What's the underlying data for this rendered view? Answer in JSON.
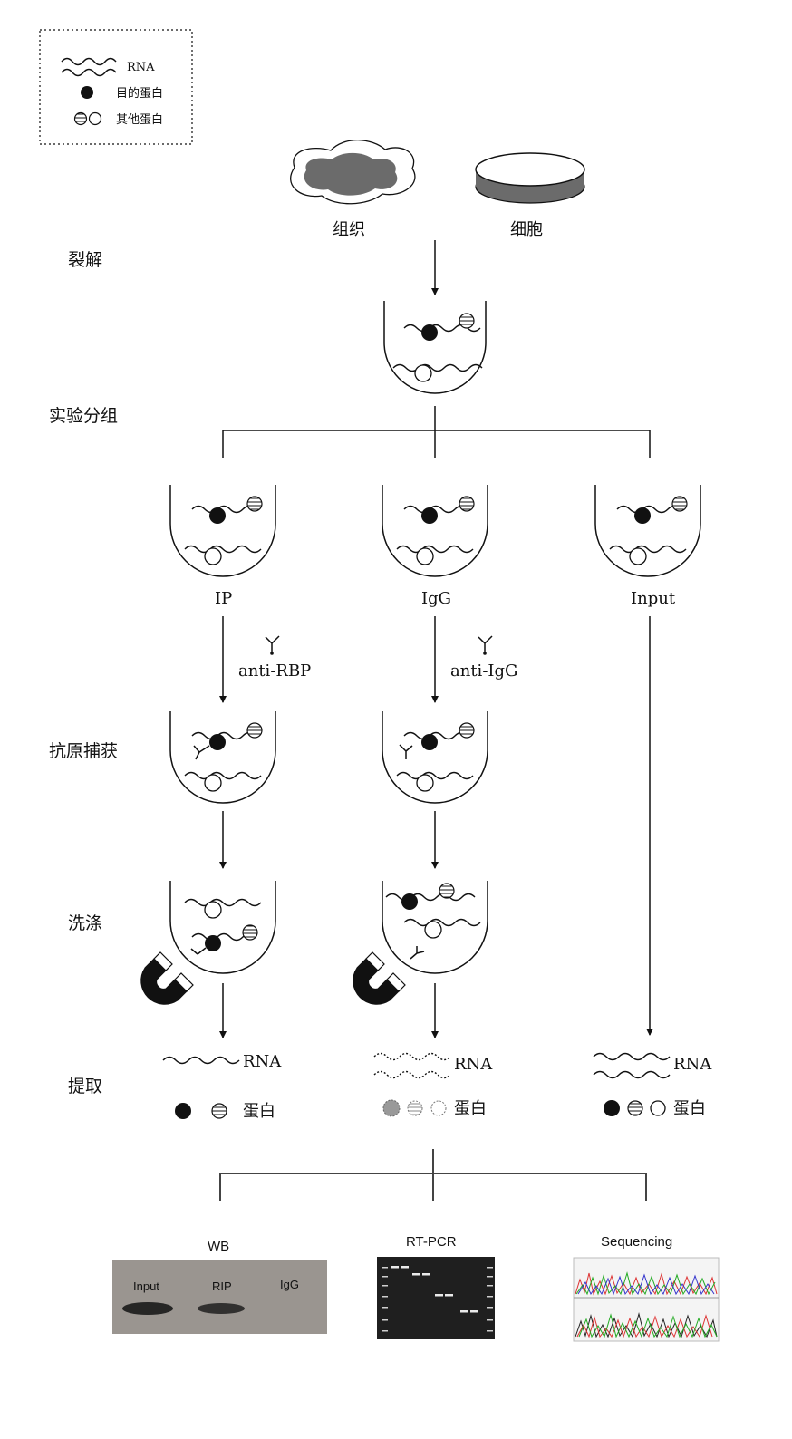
{
  "legend": {
    "rna": "RNA",
    "target_protein": "目的蛋白",
    "other_protein": "其他蛋白"
  },
  "sources": {
    "tissue": "组织",
    "cell": "细胞"
  },
  "steps": {
    "lysis": "裂解",
    "grouping": "实验分组",
    "capture": "抗原捕获",
    "wash": "洗涤",
    "extract": "提取"
  },
  "groups": {
    "ip": "IP",
    "igg": "IgG",
    "input": "Input"
  },
  "antibodies": {
    "ip": "anti-RBP",
    "igg": "anti-IgG"
  },
  "products": {
    "rna": "RNA",
    "protein": "蛋白"
  },
  "assays": {
    "wb": {
      "title": "WB",
      "lanes": [
        "Input",
        "RIP",
        "IgG"
      ]
    },
    "rtpcr": {
      "title": "RT-PCR"
    },
    "seq": {
      "title": "Sequencing"
    }
  },
  "colors": {
    "ink": "#111111",
    "tissue_fill": "#6b6b6b",
    "gel_dark": "#1f1f1f",
    "wb_bg": "#9a9590"
  }
}
